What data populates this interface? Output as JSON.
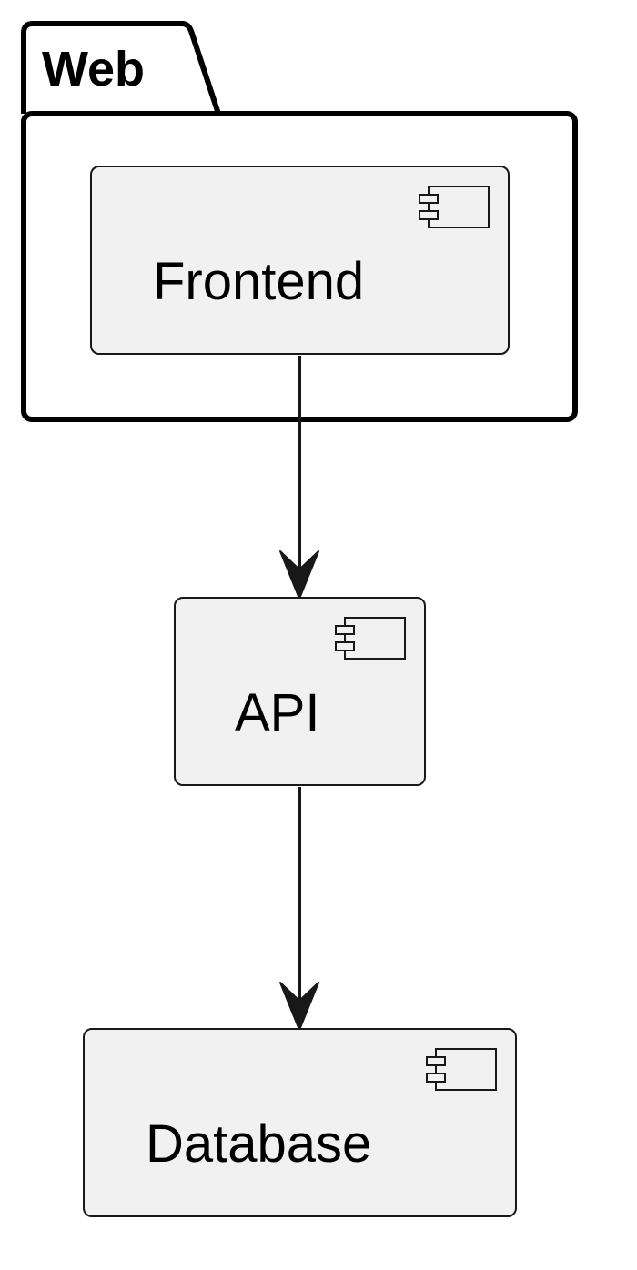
{
  "diagram": {
    "package": {
      "label": "Web"
    },
    "components": {
      "frontend": {
        "label": "Frontend"
      },
      "api": {
        "label": "API"
      },
      "database": {
        "label": "Database"
      }
    },
    "relations": [
      {
        "from": "Frontend",
        "to": "API"
      },
      {
        "from": "API",
        "to": "Database"
      }
    ]
  },
  "colors": {
    "component_fill": "#f1f1f1",
    "stroke": "#181818",
    "background": "#ffffff"
  }
}
